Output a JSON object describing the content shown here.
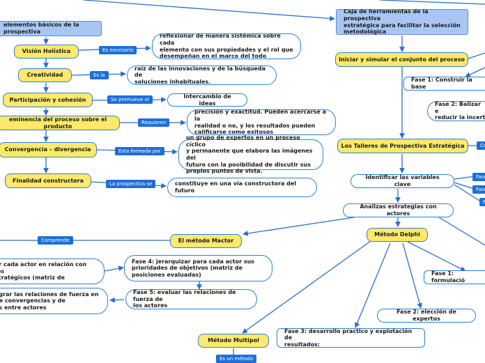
{
  "nodes": {
    "elementos": "elementos básicos de la prospectiva",
    "vision": "Visión Holística",
    "creatividad": "Creatividad",
    "participacion": "Participación y cohesión",
    "preeminencia": "eminencia del proceso sobre el producto",
    "convergencia": "Convergencia – divergencia",
    "finalidad": "Finalidad constructora",
    "reflexionar": "reflexionar de manera sistémica sobre cada\nelemento con sus propiedades y el rol que\ndesempeñan en el marco del todo",
    "raiz": "raíz de las innovaciones y de la búsqueda de\nsoluciones inhabituales.",
    "intercambio": "Intercambio de ideas",
    "precision": "precisión y exactitud. Pueden acercarse a la\nrealidad o no, y los resultados pueden\ncalificarse como exitosos",
    "grupo": "un grupo de expertos en un proceso cíclico\ny permanente que  elabora las imágenes del\nfuturo con la posibilidad de discutir sus\npropios puntos de vista.",
    "constituye": "constituye en una vía constructora del\nfuturo",
    "caja": "Caja de herramientas de la prospectiva\nestratégica para facilitar la selección\nmetodológica",
    "iniciar": "Iniciar y simular el conjunto del proceso",
    "fase1base": "Fase 1: Construir la base",
    "fase2balizar": "Fase 2: Balizar e\nreducir la incert",
    "talleres": "Los Talleres de Prospectiva Estratégica",
    "identificar": "Identificar las variables clave",
    "analizar": "Analizas estrategias con actores",
    "mactor": "El método Mactor",
    "delphi": "Método Delphi",
    "fase1form": "Fase 1: formulació",
    "fase2exp": "Fase 2: elección de expertos",
    "fase3": "Fase 3: desarrollo practico y explotación de\nresultados:",
    "multipol": "Método Multipol",
    "fase4": "Fase 4: jerarquizar para cada actor sus\nprioridades de objetivos (matriz de\nposiciones evaluadas)",
    "fase5": "Fase 5: evaluar las relaciones de fuerza de\nlos actores",
    "identcada": "ar cada actor en relación con los\nstratégicos (matriz de",
    "integrar": "egrar las relaciones de fuerza en\nde convergencias y de\nas entre actores"
  },
  "tags": {
    "es_necesario": "Es necesario",
    "es_la": "Es la",
    "se_promueve": "Se promueve el",
    "requieren": "Requieren",
    "esta_formada": "Esta formada por",
    "la_prospectiva": "La prospectiva se",
    "comprende": "Comprende",
    "es_un_metodo": "Es un método",
    "cr": "Cr",
    "fase_a": "Fase",
    "fase_b": "Fase",
    "f": "F"
  },
  "colors": {
    "yellow_node": "#fde96a",
    "blue_node": "#a9c6f3",
    "border": "#2b7fd6",
    "tag": "#1d6fd6",
    "edge": "#2b6fc7"
  }
}
